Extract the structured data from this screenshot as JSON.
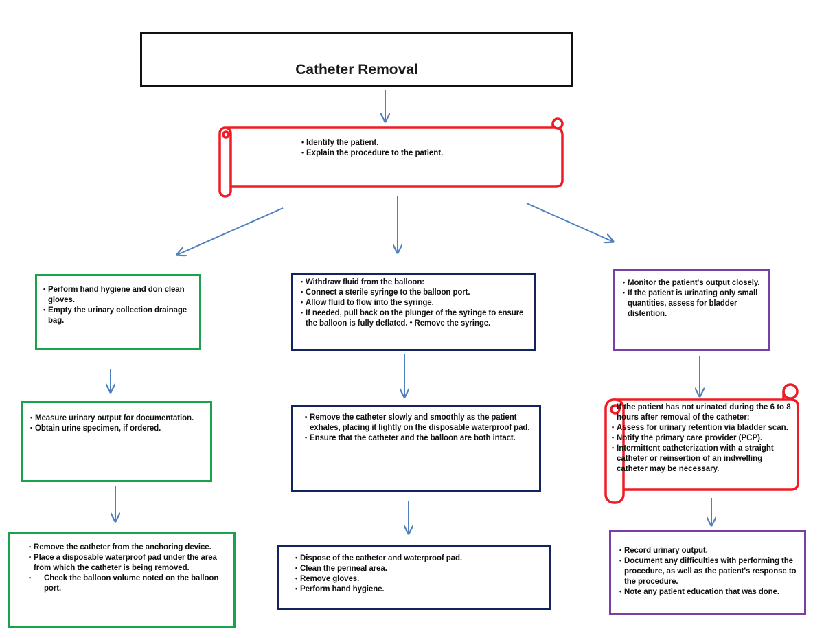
{
  "title": "Catheter Removal",
  "colors": {
    "title_border": "#111111",
    "scroll_border": "#ee1c24",
    "green": "#1aa34a",
    "navy": "#13235e",
    "purple": "#7a3fa6",
    "arrow": "#4f81bd"
  },
  "top_scroll": {
    "items": [
      "Identify the patient.",
      "Explain the procedure to the patient."
    ]
  },
  "left_column": {
    "step1": [
      "Perform hand hygiene and don clean gloves.",
      "Empty the urinary collection drainage bag."
    ],
    "step2": [
      "Measure urinary output for documentation.",
      "Obtain urine specimen, if ordered."
    ],
    "step3": [
      "Remove the catheter from the anchoring device.",
      "Place a disposable waterproof pad under the area from which the catheter is being removed.",
      "Check the balloon volume noted on the balloon port."
    ]
  },
  "middle_column": {
    "step1": [
      "Withdraw fluid from the balloon:",
      "Connect a sterile syringe to the balloon port.",
      "Allow fluid to flow into the syringe.",
      "If needed, pull back on the plunger of the syringe to ensure the balloon is fully deflated. • Remove the syringe."
    ],
    "step2": [
      "Remove the catheter slowly and smoothly as the patient exhales, placing it lightly on the disposable waterproof pad.",
      "Ensure that the catheter and the balloon are both intact."
    ],
    "step3": [
      "Dispose of the catheter and waterproof pad.",
      "Clean the perineal area.",
      "Remove gloves.",
      "Perform hand hygiene."
    ]
  },
  "right_column": {
    "step1": [
      "Monitor the patient's output closely.",
      "If the patient is urinating only small quantities, assess for bladder distention."
    ],
    "scroll": [
      "If the patient has not urinated during the 6 to 8 hours after removal of the catheter:",
      "Assess for urinary retention via bladder scan.",
      "Notify the primary care provider (PCP).",
      "Intermittent catheterization with a straight catheter or reinsertion of an indwelling catheter may be necessary."
    ],
    "step3": [
      "Record urinary output.",
      "Document any difficulties with performing the procedure, as well as the patient's response to the procedure.",
      "Note any patient education that was done."
    ]
  }
}
